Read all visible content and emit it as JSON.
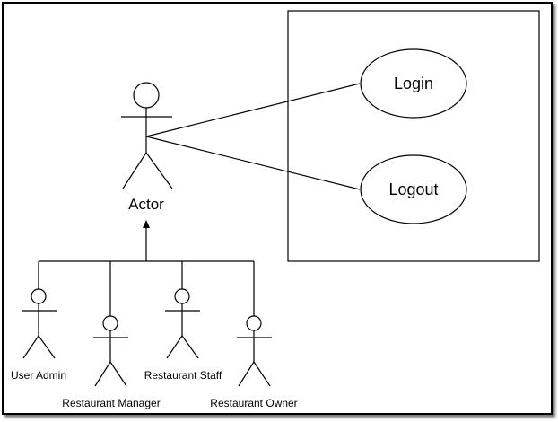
{
  "actors": {
    "main": "Actor",
    "user_admin": "User Admin",
    "restaurant_manager": "Restaurant Manager",
    "restaurant_staff": "Restaurant Staff",
    "restaurant_owner": "Restaurant Owner"
  },
  "use_cases": {
    "login": "Login",
    "logout": "Logout"
  }
}
